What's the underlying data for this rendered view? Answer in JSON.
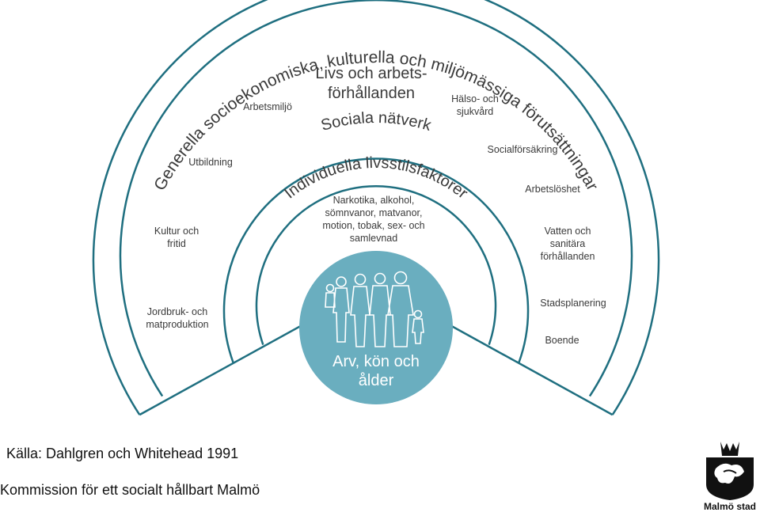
{
  "diagram": {
    "outer_arc_label": "Generella socioekonomiska, kulturella och miljömässiga förutsättningar",
    "social_network_label": "Sociala nätverk",
    "lifestyle_label": "Individuella livsstilsfaktorer",
    "living_conditions_title": [
      "Livs och arbets-",
      "förhållanden"
    ],
    "lifestyle_items": [
      "Narkotika, alkohol,",
      "sömnvanor, matvanor,",
      "motion, tobak, sex- och",
      "samlevnad"
    ],
    "core_label": [
      "Arv, kön och",
      "ålder"
    ],
    "conditions": {
      "arbetsmiljo": [
        "Arbetsmiljö"
      ],
      "utbildning": [
        "Utbildning"
      ],
      "kultur": [
        "Kultur och",
        "fritid"
      ],
      "jordbruk": [
        "Jordbruk- och",
        "matproduktion"
      ],
      "halso": [
        "Hälso- och",
        "sjukvård"
      ],
      "socialforsakring": [
        "Socialförsäkring"
      ],
      "arbetsloshet": [
        "Arbetslöshet"
      ],
      "vatten": [
        "Vatten och",
        "sanitära",
        "förhållanden"
      ],
      "stadsplanering": [
        "Stadsplanering"
      ],
      "boende": [
        "Boende"
      ]
    },
    "colors": {
      "ring_stroke": "#1f6f80",
      "core_fill": "#6aaebf",
      "text": "#3a3a3a"
    }
  },
  "footer": {
    "source": "Källa: Dahlgren och Whitehead 1991",
    "commission": "Kommission för ett socialt hållbart Malmö",
    "logo_text": "Malmö stad",
    "logo_icon": "malmo-griffin-crest-icon"
  }
}
